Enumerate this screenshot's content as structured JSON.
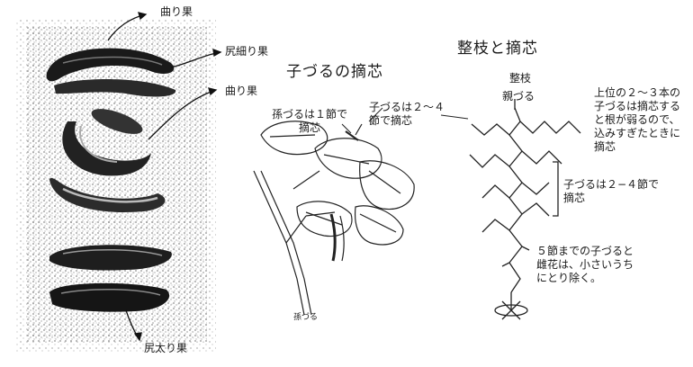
{
  "left_panel": {
    "labels": {
      "curved_fruit_1": "曲り果",
      "thin_tail_fruit": "尻細り果",
      "curved_fruit_2": "曲り果",
      "fat_tail_fruit": "尻太り果"
    }
  },
  "middle_panel": {
    "title": "子づるの摘芯",
    "note_grandchild_vine": "孫づるは１節で摘芯",
    "note_child_vine": "子づるは２〜４節で摘芯",
    "label_grandchild_vine": "孫づる"
  },
  "right_panel": {
    "title": "整枝と摘芯",
    "label_pruning": "整枝",
    "label_parent_vine": "親づる",
    "note_upper_vines": "上位の２〜３本の子づるは摘芯すると根が弱るので、込みすぎたときに摘芯",
    "note_child_vine_nodes": "子づるは２−４節で摘芯",
    "note_remove_lower": "５節までの子づると雌花は、小さいうちにとり除く。"
  }
}
